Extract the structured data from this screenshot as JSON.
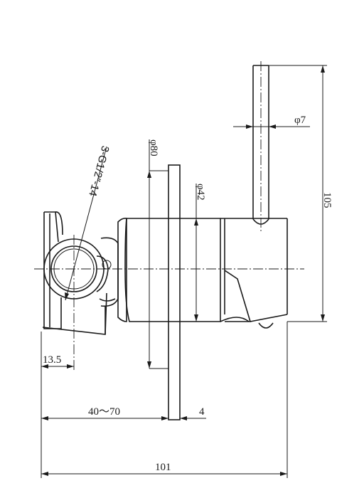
{
  "dimensions": {
    "lever_diameter": "φ7",
    "plate_diameter": "φ80",
    "body_diameter": "φ42",
    "thread_spec": "3-G1/2″-14",
    "lever_height": "105",
    "port_offset": "13.5",
    "wall_depth": "40～70",
    "plate_thickness": "4",
    "overall_length": "101"
  }
}
